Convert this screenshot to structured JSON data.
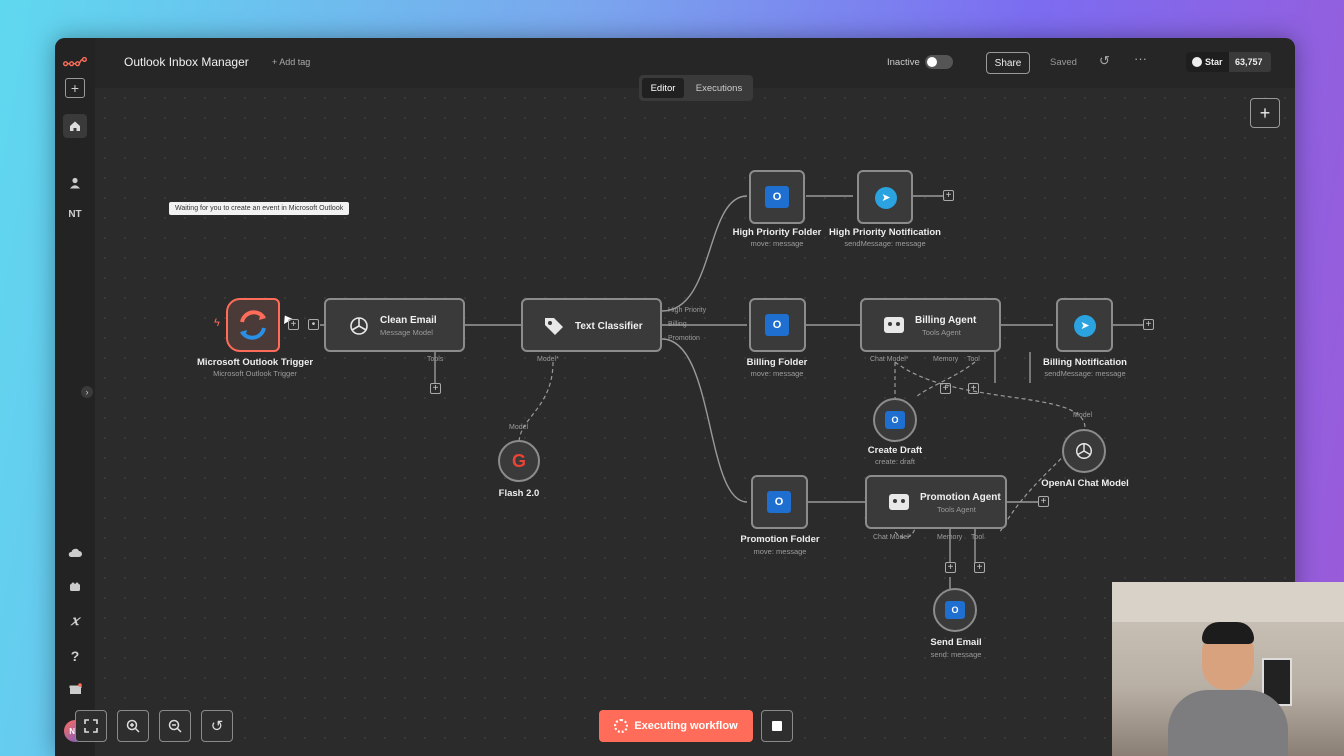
{
  "app": {
    "workflow_title": "Outlook Inbox Manager",
    "add_tag": "+ Add tag",
    "status_label": "Inactive",
    "share_label": "Share",
    "saved_label": "Saved",
    "star_label": "Star",
    "star_count": "63,757",
    "tabs": [
      {
        "label": "Editor"
      },
      {
        "label": "Executions"
      }
    ],
    "avatar_initials": "NT",
    "user_initials": "NH",
    "tooltip": "Waiting for you to create an event in Microsoft Outlook",
    "executing_label": "Executing workflow"
  },
  "nodes": {
    "trigger": {
      "title": "Microsoft Outlook Trigger",
      "sub": "Microsoft Outlook Trigger"
    },
    "clean_email": {
      "title": "Clean Email",
      "sub": "Message Model",
      "port_tools": "Tools"
    },
    "text_classifier": {
      "title": "Text Classifier",
      "port_model": "Model*",
      "outputs": [
        "High Priority",
        "Billing",
        "Promotion"
      ]
    },
    "flash": {
      "title": "Flash 2.0",
      "port": "Model"
    },
    "high_priority_folder": {
      "title": "High Priority Folder",
      "sub": "move: message"
    },
    "high_priority_notification": {
      "title": "High Priority Notification",
      "sub": "sendMessage: message"
    },
    "billing_folder": {
      "title": "Billing Folder",
      "sub": "move: message"
    },
    "billing_agent": {
      "title": "Billing Agent",
      "sub": "Tools Agent",
      "ports": [
        "Chat Model*",
        "Memory",
        "Tool"
      ]
    },
    "billing_notification": {
      "title": "Billing Notification",
      "sub": "sendMessage: message"
    },
    "create_draft": {
      "title": "Create Draft",
      "sub": "create: draft"
    },
    "openai": {
      "title": "OpenAI Chat Model",
      "port": "Model"
    },
    "promotion_folder": {
      "title": "Promotion Folder",
      "sub": "move: message"
    },
    "promotion_agent": {
      "title": "Promotion Agent",
      "sub": "Tools Agent",
      "ports": [
        "Chat Model*",
        "Memory",
        "Tool"
      ]
    },
    "send_email": {
      "title": "Send Email",
      "sub": "send: message"
    }
  },
  "colors": {
    "accent": "#ff6d5a",
    "outlook": "#1f6fd1",
    "telegram": "#2aa3e0"
  }
}
